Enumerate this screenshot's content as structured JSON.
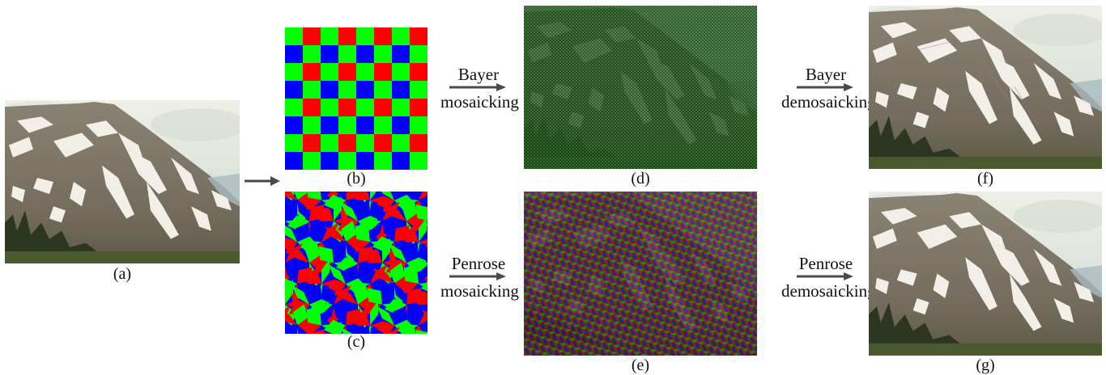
{
  "captions": {
    "a": "(a)",
    "b": "(b)",
    "c": "(c)",
    "d": "(d)",
    "e": "(e)",
    "f": "(f)",
    "g": "(g)"
  },
  "labels": {
    "bayer_mosaic": [
      "Bayer",
      "mosaicking"
    ],
    "penrose_mosaic": [
      "Penrose",
      "mosaicking"
    ],
    "bayer_demosaic": [
      "Bayer",
      "demosaicking"
    ],
    "penrose_demosaic": [
      "Penrose",
      "demosaicking"
    ]
  },
  "colors": {
    "red": "#ff0000",
    "green": "#00ff00",
    "blue": "#0000ff",
    "arrow": "#4a4a4a",
    "sky": "#e6ebe0",
    "rock": "#7d7466",
    "snow": "#f2f0ea",
    "forest": "#2f3a22"
  }
}
